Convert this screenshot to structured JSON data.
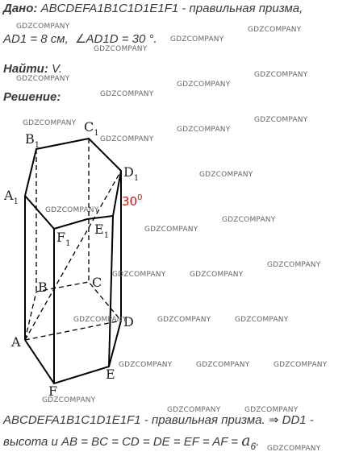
{
  "given": {
    "heading": "Дано:",
    "text": "ABCDEFA1B1C1D1E1F1 - правильная призма,",
    "ad1": "AD1 = 8 см,",
    "angle": "∠AD1D = 30 °."
  },
  "find": {
    "heading": "Найти:",
    "text": "V."
  },
  "solution": {
    "heading": "Решение:"
  },
  "figure": {
    "vertices": {
      "A": "A",
      "B": "B",
      "C": "C",
      "D": "D",
      "E": "E",
      "F": "F",
      "A1": "A",
      "B1": "B",
      "C1": "C",
      "D1": "D",
      "E1": "E",
      "F1": "F",
      "sub": "1"
    },
    "angle_label": "30",
    "angle_degree": "0"
  },
  "conclusion": {
    "line1": "ABCDEFA1B1C1D1E1F1 - правильная призма.  ⇒  DD1 -",
    "line2_prefix": "высота и AB = BC = CD = DE = EF = AF = ",
    "a": "a",
    "sub": "6",
    "line2_suffix": "."
  },
  "watermark": "GDZCOMPANY",
  "colors": {
    "text": "#3a3a3a",
    "angle": "#c01818",
    "watermark": "#666666"
  }
}
